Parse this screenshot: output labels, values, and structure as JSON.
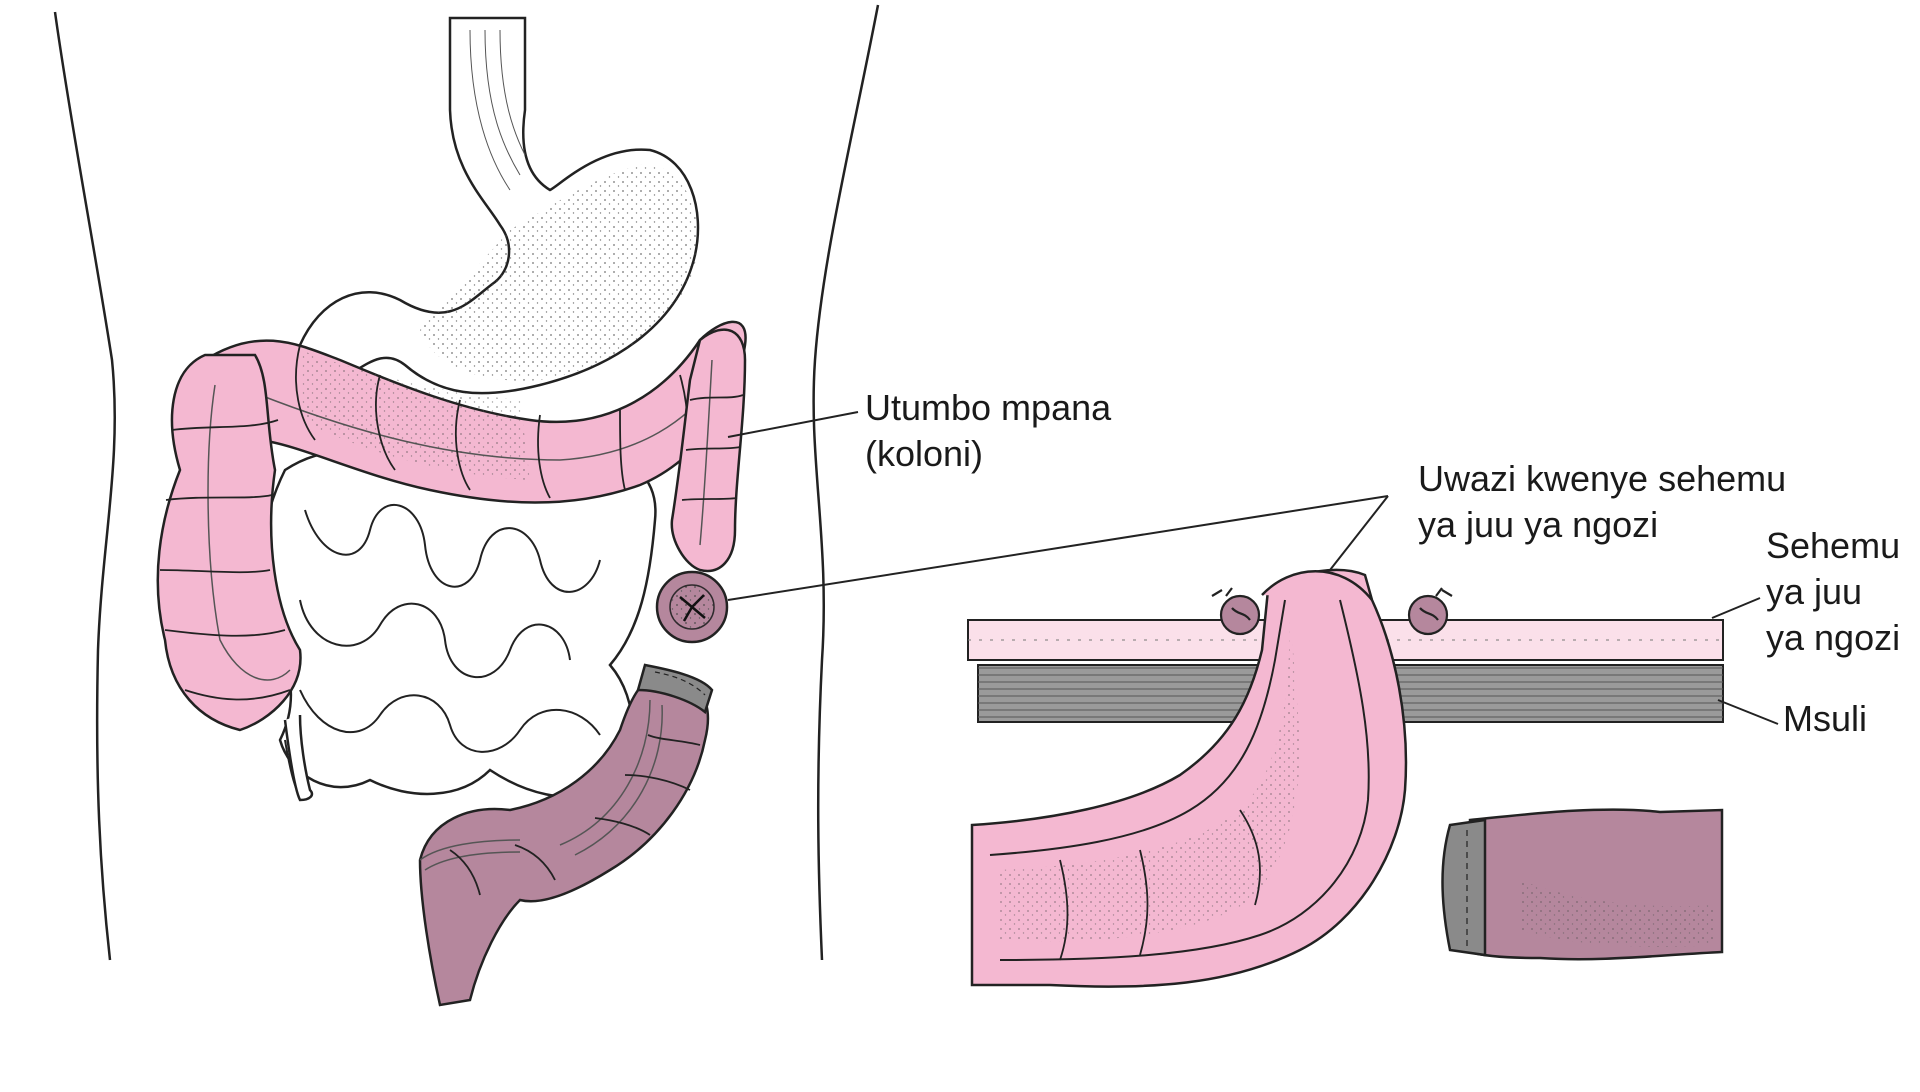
{
  "labels": {
    "colon": {
      "line1": "Utumbo mpana",
      "line2": "(koloni)"
    },
    "stoma": {
      "line1": "Uwazi kwenye sehemu",
      "line2": "ya juu ya ngozi"
    },
    "skin": {
      "line1": "Sehemu",
      "line2": "ya juu",
      "line3": "ya ngozi"
    },
    "muscle": {
      "line1": "Msuli"
    }
  },
  "colors": {
    "colon_pink": "#f4b8d1",
    "removed_colon_mauve": "#b5879d",
    "skin_layer": "#fbe0ea",
    "muscle_gray": "#9a9a9a",
    "staple_gray": "#8a8a8a",
    "outline": "#222222"
  }
}
